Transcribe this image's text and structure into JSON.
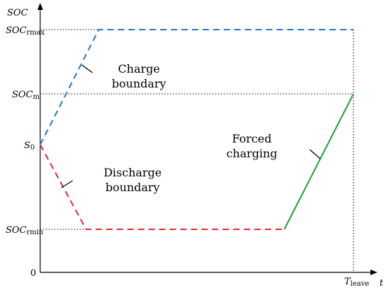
{
  "diagram": {
    "axis_y_label": "SOC",
    "axis_x_label": "t",
    "ticks_y": {
      "soc_rmax": {
        "main": "SOC",
        "sub": "rmax"
      },
      "soc_m": {
        "main": "SOC",
        "sub": "m"
      },
      "s0": {
        "main": "S",
        "sub": "0"
      },
      "soc_rmin": {
        "main": "SOC",
        "sub": "rmin"
      },
      "origin": {
        "main": "0",
        "sub": ""
      }
    },
    "tick_x": {
      "t_leave": {
        "main": "T",
        "sub": "leave"
      }
    },
    "annotations": {
      "charge": [
        "Charge",
        "boundary"
      ],
      "discharge": [
        "Discharge",
        "boundary"
      ],
      "forced": [
        "Forced",
        "charging"
      ]
    },
    "colors": {
      "charge_line": "#1f78c8",
      "discharge_line": "#e8262a",
      "forced_line": "#1aa33a",
      "axis": "#000000",
      "reference": "#000000"
    }
  }
}
